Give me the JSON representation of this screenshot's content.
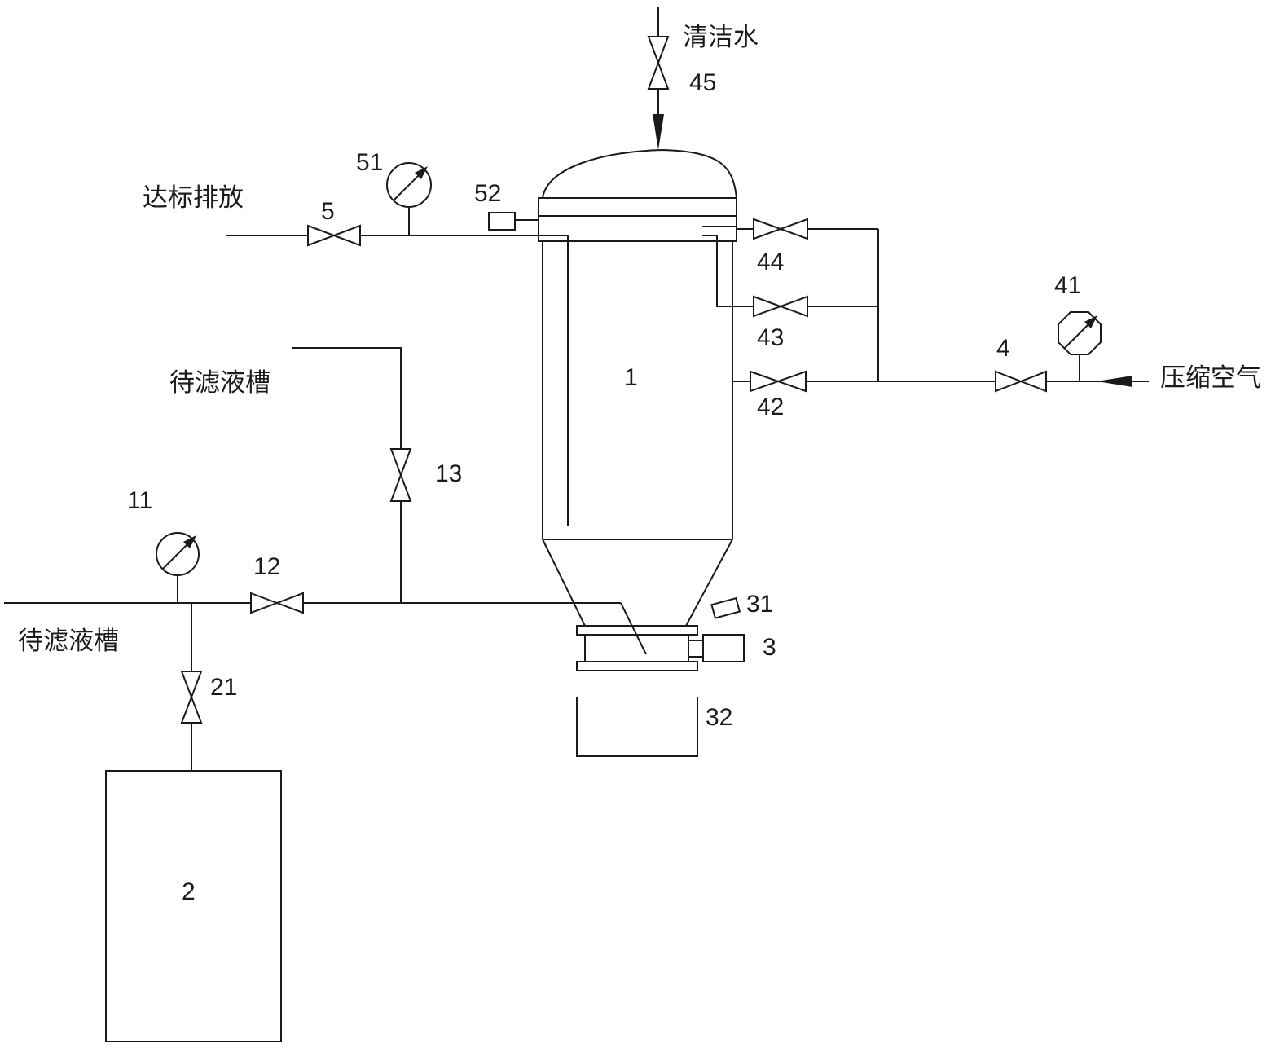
{
  "labels": {
    "clean_water": "清洁水",
    "discharge": "达标排放",
    "compressed_air": "压缩空气",
    "tank_upper": "待滤液槽",
    "tank_lower": "待滤液槽"
  },
  "numbers": {
    "n45": "45",
    "n51": "51",
    "n52": "52",
    "n5": "5",
    "n44": "44",
    "n43": "43",
    "n42": "42",
    "n41": "41",
    "n4": "4",
    "n1": "1",
    "n13": "13",
    "n11": "11",
    "n12": "12",
    "n31": "31",
    "n3": "3",
    "n32": "32",
    "n21": "21",
    "n2": "2"
  },
  "colors": {
    "line": "#1a1a1a",
    "background": "#ffffff"
  }
}
